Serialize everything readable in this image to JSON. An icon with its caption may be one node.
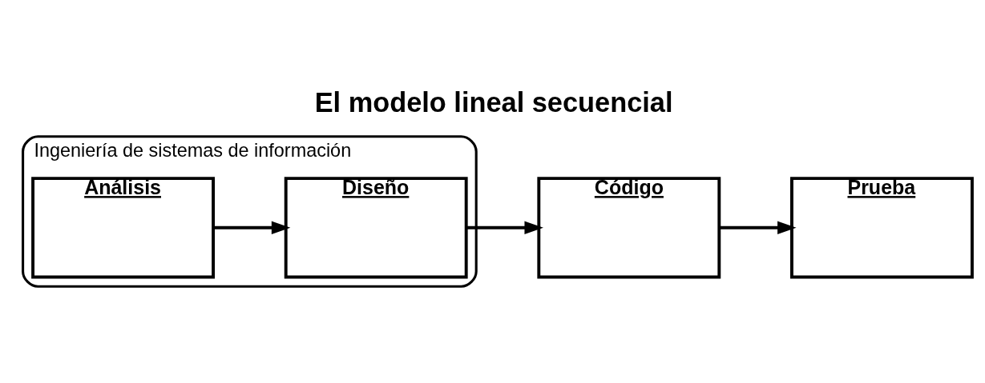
{
  "diagram": {
    "title": "El modelo lineal secuencial",
    "nodes": [
      {
        "text": [
          "Ingeniería de sistemas de información"
        ]
      },
      {
        "text": [
          "Análisis"
        ],
        "in": 0
      },
      {
        "text": [
          "Diseño"
        ],
        "in": 0
      },
      {
        "text": [
          "Código"
        ]
      },
      {
        "text": [
          "Prueba"
        ]
      }
    ],
    "edges": [
      {
        "from": 1,
        "to": 2,
        "arrow": "to"
      },
      {
        "from": 2,
        "to": 3,
        "arrow": "to"
      },
      {
        "from": 3,
        "to": 4,
        "arrow": "to"
      }
    ]
  }
}
